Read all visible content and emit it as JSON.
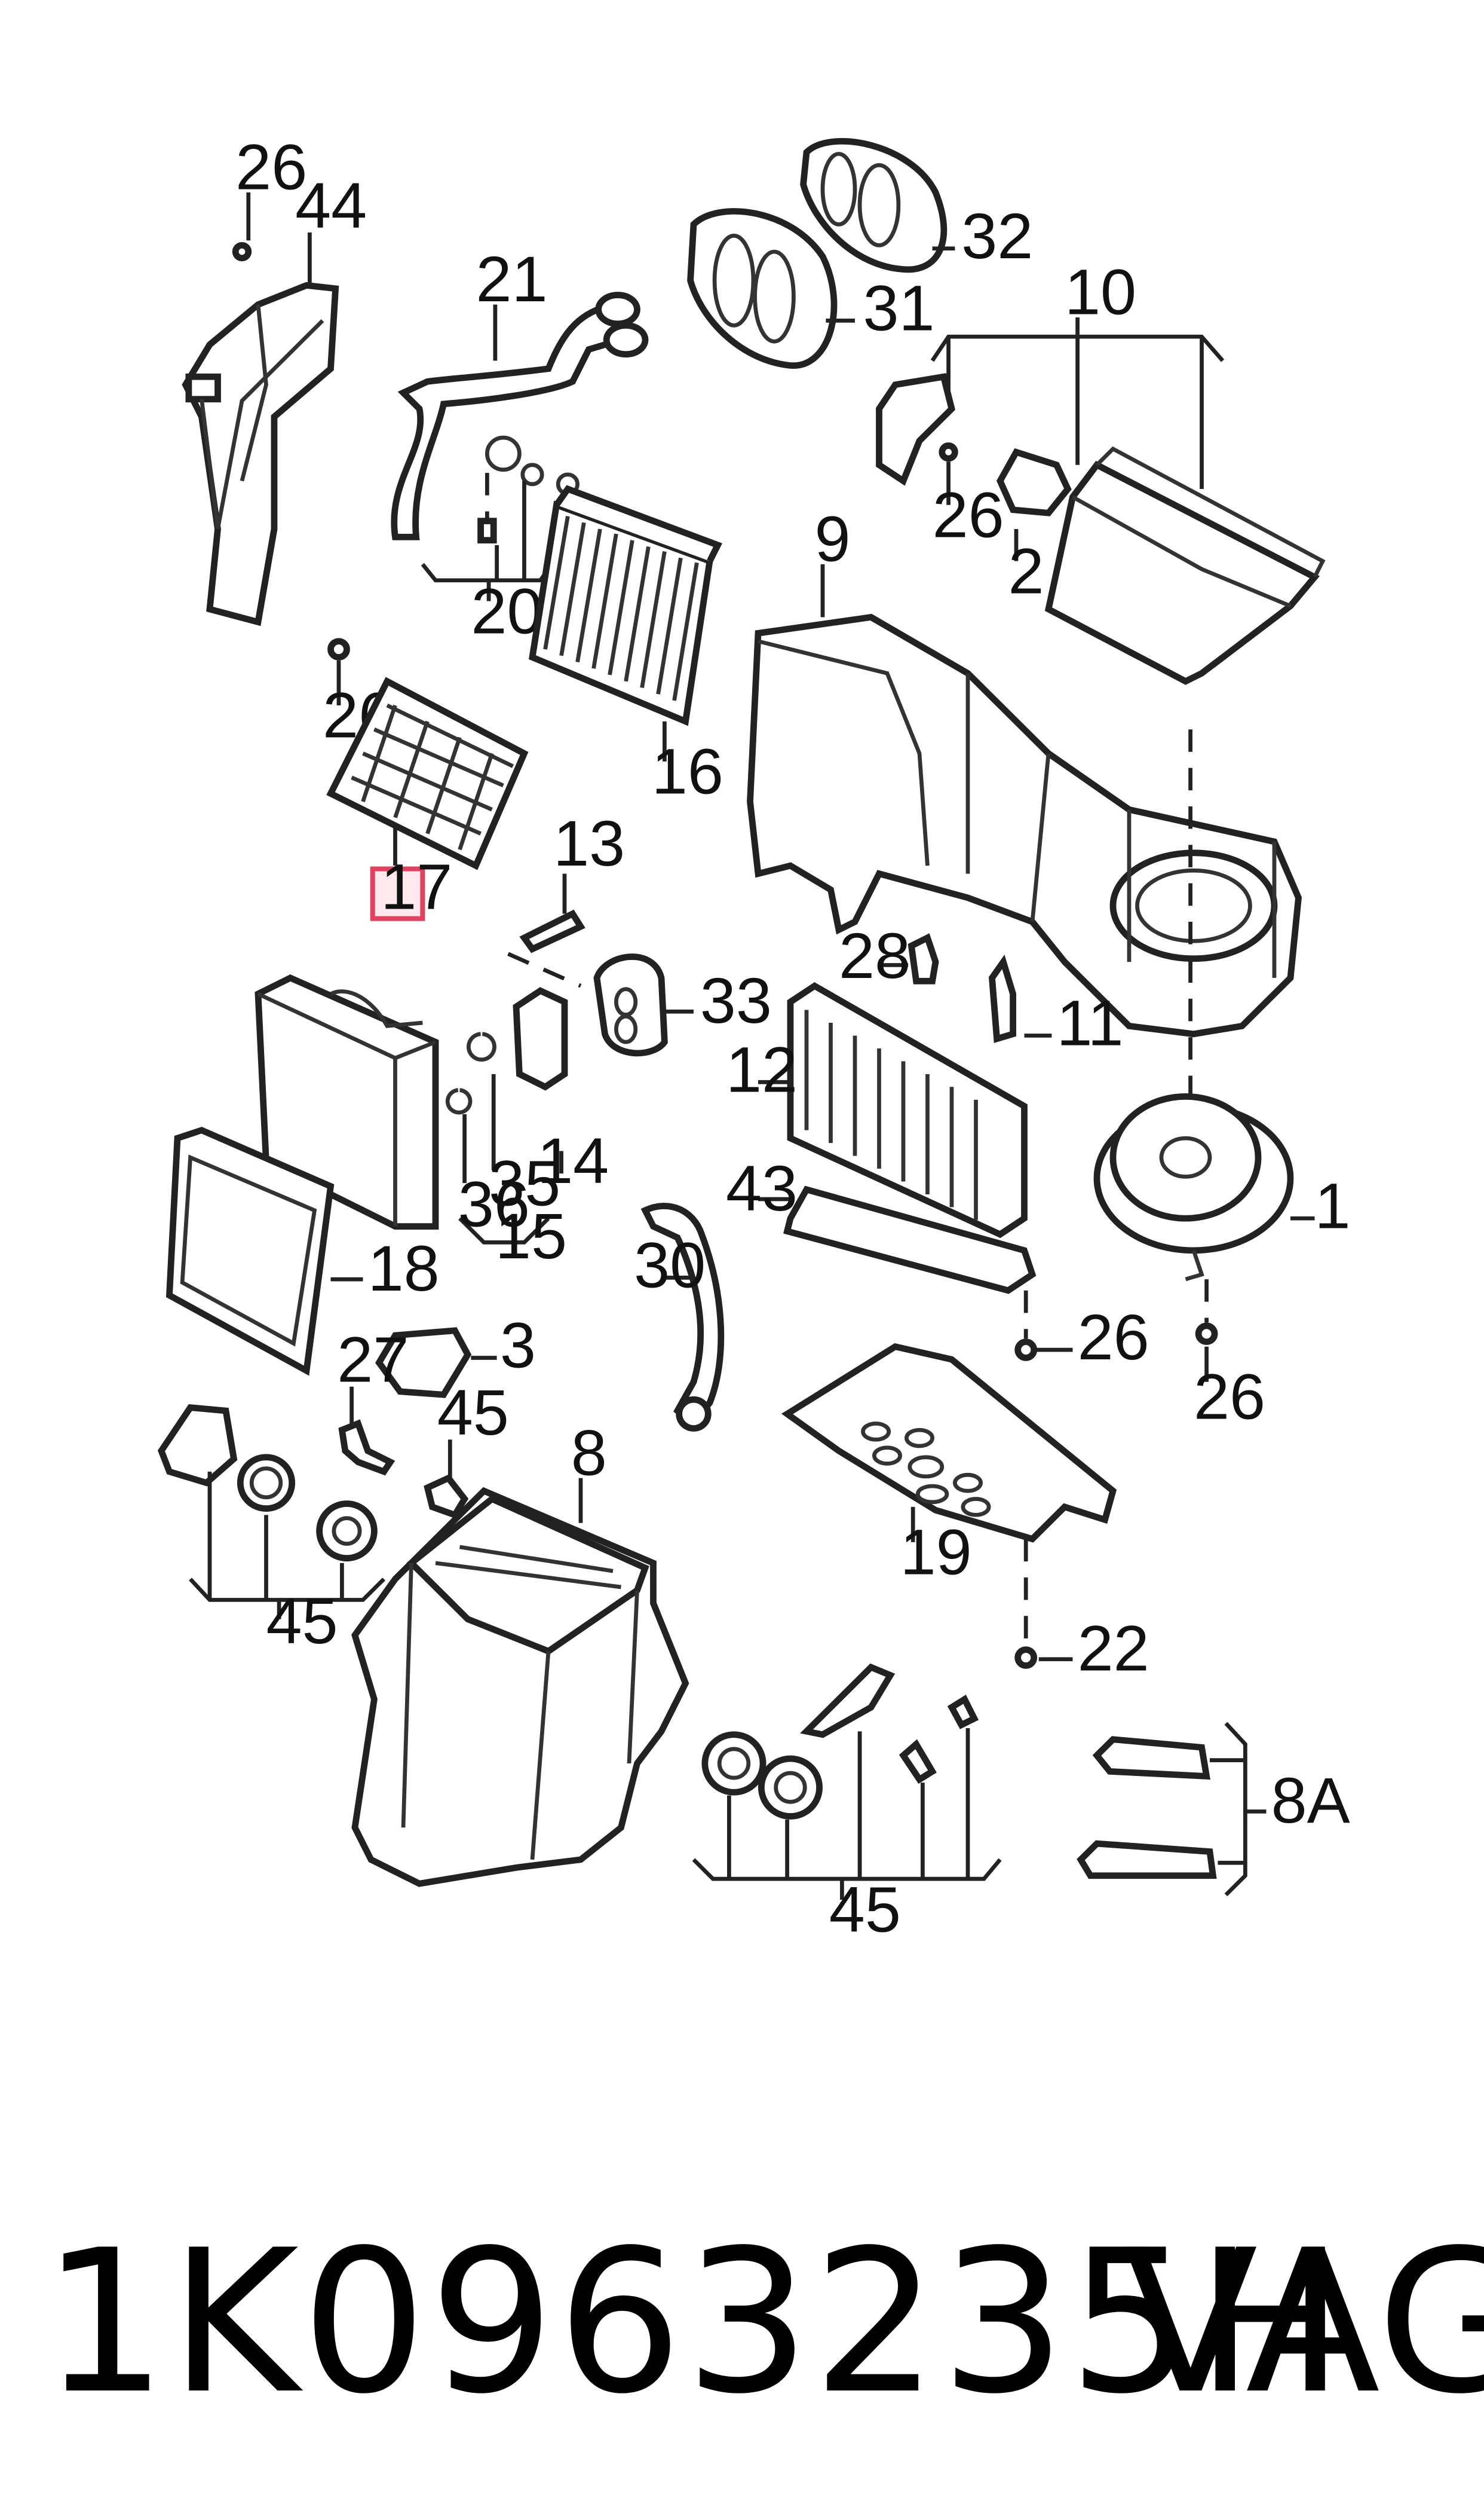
{
  "callouts": {
    "c1": "1",
    "c2": "2",
    "c3": "3",
    "c8": "8",
    "c8a": "8A",
    "c9": "9",
    "c10": "10",
    "c11": "11",
    "c12": "12",
    "c13": "13",
    "c14": "14",
    "c15": "15",
    "c16": "16",
    "c17": "17",
    "c18": "18",
    "c19": "19",
    "c20": "20",
    "c21": "21",
    "c22": "22",
    "c26a": "26",
    "c26b": "26",
    "c26c": "26",
    "c26d": "26",
    "c26e": "26",
    "c27": "27",
    "c28": "28",
    "c30": "30",
    "c31": "31",
    "c32": "32",
    "c33": "33",
    "c35": "35",
    "c36": "36",
    "c43": "43",
    "c44": "44",
    "c45a": "45",
    "c45b": "45",
    "c45c": "45"
  },
  "highlighted_callout": "17",
  "highlight_color": "#e0435f",
  "footer": {
    "part_number": "1K0963235H",
    "brand": "VAG"
  }
}
